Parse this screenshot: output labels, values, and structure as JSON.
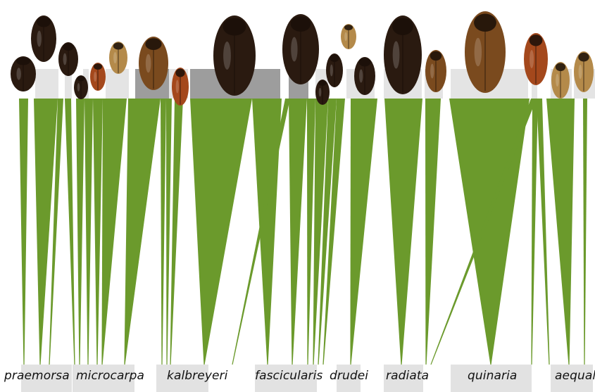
{
  "host_labels": [
    "praemorsa",
    "microcarpa",
    "kalbreyeri",
    "fascicularis",
    "drudei",
    "radiata",
    "quinaria",
    "aequalis"
  ],
  "colors": {
    "link_fill": "#6b9a2c",
    "bar_light": "#e4e4e4",
    "bar_dark": "#9d9d9d",
    "label_box": "#e2e2e2",
    "beetle_dark": "#2a1a10",
    "beetle_brown": "#7a4a1e",
    "beetle_tan": "#b48a4a",
    "beetle_rust": "#a4481c"
  },
  "icons": [
    "beetle-specimen-photo"
  ]
}
